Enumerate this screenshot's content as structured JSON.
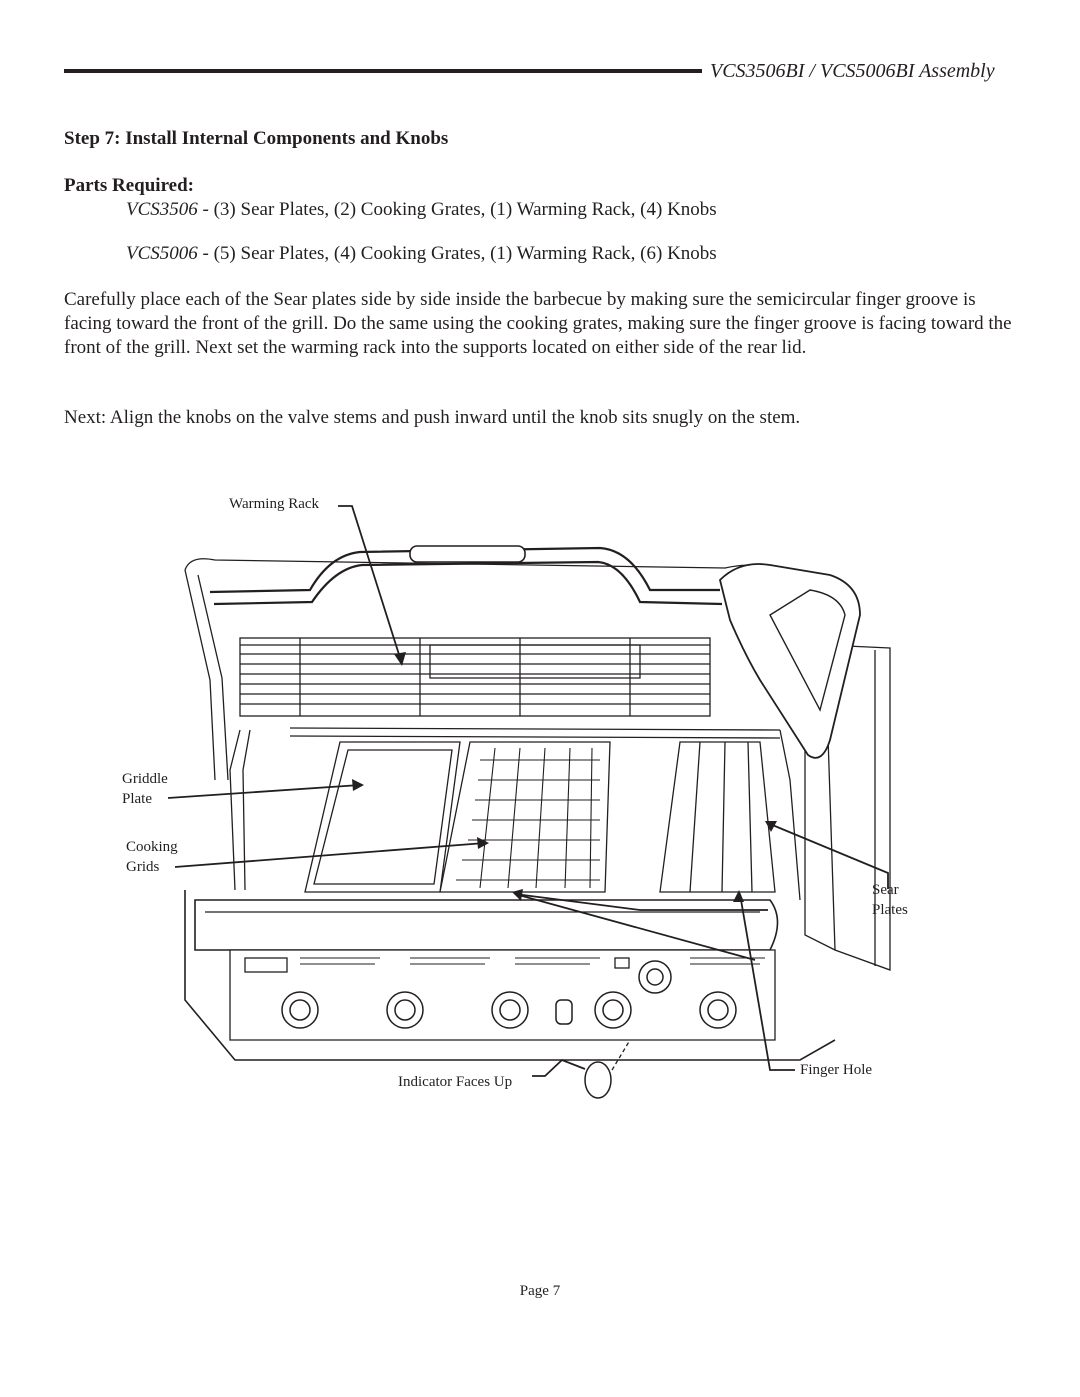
{
  "header": {
    "title": "VCS3506BI / VCS5006BI  Assembly"
  },
  "step": {
    "title": "Step 7: Install Internal Components and Knobs"
  },
  "parts": {
    "heading": "Parts Required:",
    "lines": [
      {
        "model": "VCS3506",
        "text": " - (3) Sear Plates, (2) Cooking Grates, (1) Warming Rack, (4) Knobs"
      },
      {
        "model": "VCS5006",
        "text": " - (5) Sear Plates, (4) Cooking Grates, (1) Warming Rack, (6) Knobs"
      }
    ]
  },
  "paragraphs": [
    "Carefully place each of the Sear plates side by side inside the barbecue by making sure the semicircular finger groove is facing toward the front of the grill. Do the same using the cooking grates, making sure the finger groove is facing toward the front of the grill. Next set the warming rack into the supports located on either side of the rear lid.",
    "Next: Align the knobs on the valve stems and push inward until the knob sits snugly on the stem."
  ],
  "figure": {
    "callouts": {
      "warming_rack": "Warming Rack",
      "griddle_plate": "Griddle\nPlate",
      "cooking_grids": "Cooking\nGrids",
      "sear_plates": "Sear\nPlates",
      "indicator": "Indicator Faces Up",
      "finger_hole": "Finger Hole"
    }
  },
  "footer": {
    "page": "Page 7"
  }
}
